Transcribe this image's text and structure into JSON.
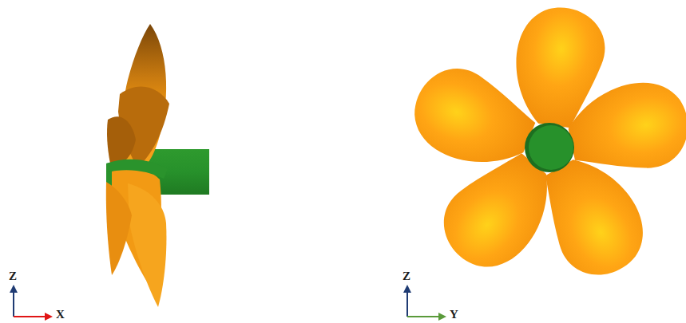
{
  "diagram": {
    "labels": [
      "Z",
      "X",
      "Z",
      "Y"
    ]
  }
}
